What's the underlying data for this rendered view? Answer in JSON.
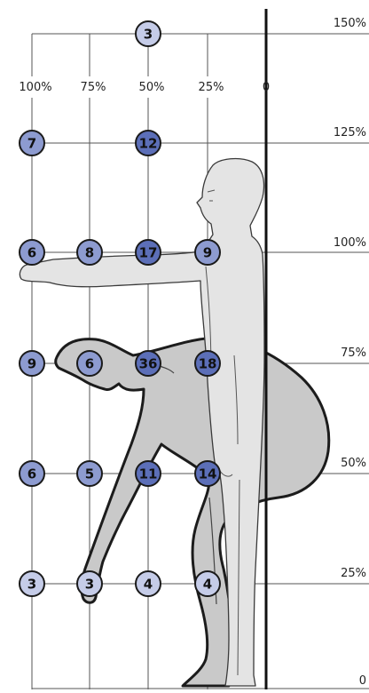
{
  "height_labels": [
    "150%",
    "125%",
    "100%",
    "75%",
    "50%",
    "25%",
    "0"
  ],
  "reach_labels": [
    "100%",
    "75%",
    "50%",
    "25%",
    "0"
  ],
  "colors": {
    "grid_line": "#555555",
    "axis_line": "#111111",
    "badge_dark": "#5c6fb8",
    "badge_mid": "#8d9bd0",
    "badge_light": "#c5cce8",
    "figure_stand": "#e4e4e4",
    "figure_bend": "#c9c9c9",
    "outline": "#222222"
  },
  "badges": [
    {
      "value": "3",
      "shade": "light"
    },
    {
      "value": "7",
      "shade": "mid"
    },
    {
      "value": "12",
      "shade": "dark"
    },
    {
      "value": "6",
      "shade": "mid"
    },
    {
      "value": "8",
      "shade": "mid"
    },
    {
      "value": "17",
      "shade": "dark"
    },
    {
      "value": "9",
      "shade": "mid"
    },
    {
      "value": "9",
      "shade": "mid"
    },
    {
      "value": "6",
      "shade": "mid"
    },
    {
      "value": "36",
      "shade": "dark"
    },
    {
      "value": "18",
      "shade": "dark"
    },
    {
      "value": "6",
      "shade": "mid"
    },
    {
      "value": "5",
      "shade": "mid"
    },
    {
      "value": "11",
      "shade": "dark"
    },
    {
      "value": "14",
      "shade": "dark"
    },
    {
      "value": "3",
      "shade": "light"
    },
    {
      "value": "3",
      "shade": "light"
    },
    {
      "value": "4",
      "shade": "light"
    },
    {
      "value": "4",
      "shade": "light"
    }
  ]
}
